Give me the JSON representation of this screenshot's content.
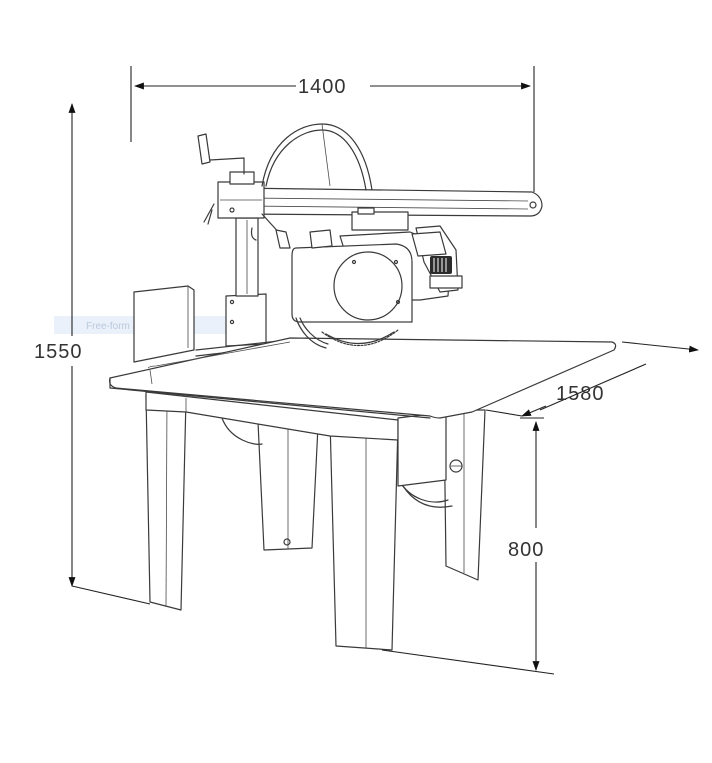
{
  "dimensions": {
    "width_top": "1400",
    "height_total": "1550",
    "depth": "1580",
    "table_height": "800"
  },
  "overlay": {
    "snip_label": "Free-form Snip"
  },
  "colors": {
    "line": "#3a3a3a",
    "text": "#333333",
    "snip_band": "#e3ecf8"
  }
}
